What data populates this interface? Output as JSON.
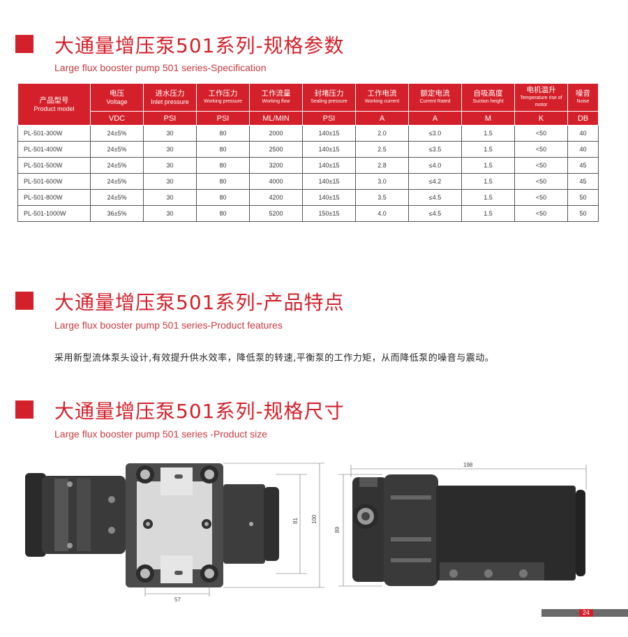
{
  "sections": {
    "spec": {
      "title": "大通量增压泵501系列-规格参数",
      "subtitle": "Large flux booster pump 501 series-Specification"
    },
    "features": {
      "title": "大通量增压泵501系列-产品特点",
      "subtitle": "Large flux booster pump 501 series-Product features",
      "text": "采用新型流体泵头设计,有效提升供水效率，降低泵的转速,平衡泵的工作力矩，从而降低泵的噪音与震动。"
    },
    "size": {
      "title": "大通量增压泵501系列-规格尺寸",
      "subtitle": "Large flux booster pump 501 series -Product size"
    }
  },
  "table": {
    "headers": [
      {
        "zh": "产品型号",
        "en": "Product model",
        "unit": ""
      },
      {
        "zh": "电压",
        "en": "Voltage",
        "unit": "VDC"
      },
      {
        "zh": "进水压力",
        "en": "Inlet pressure",
        "unit": "PSI"
      },
      {
        "zh": "工作压力",
        "en": "Working pressure",
        "unit": "PSI"
      },
      {
        "zh": "工作流量",
        "en": "Working flow",
        "unit": "ML/MIN"
      },
      {
        "zh": "封堵压力",
        "en": "Sealing pressure",
        "unit": "PSI"
      },
      {
        "zh": "工作电流",
        "en": "Working current",
        "unit": "A"
      },
      {
        "zh": "额定电流",
        "en": "Current Rated",
        "unit": "A"
      },
      {
        "zh": "自吸高度",
        "en": "Suction height",
        "unit": "M"
      },
      {
        "zh": "电机温升",
        "en": "Temperature rise of motor",
        "unit": "K"
      },
      {
        "zh": "噪音",
        "en": "Noise",
        "unit": "DB"
      }
    ],
    "rows": [
      [
        "PL-501-300W",
        "24±5%",
        "30",
        "80",
        "2000",
        "140±15",
        "2.0",
        "≤3.0",
        "1.5",
        "<50",
        "40"
      ],
      [
        "PL-501-400W",
        "24±5%",
        "30",
        "80",
        "2500",
        "140±15",
        "2.5",
        "≤3.5",
        "1.5",
        "<50",
        "40"
      ],
      [
        "PL-501-500W",
        "24±5%",
        "30",
        "80",
        "3200",
        "140±15",
        "2.8",
        "≤4.0",
        "1.5",
        "<50",
        "45"
      ],
      [
        "PL-501-600W",
        "24±5%",
        "30",
        "80",
        "4000",
        "140±15",
        "3.0",
        "≤4.2",
        "1.5",
        "<50",
        "45"
      ],
      [
        "PL-501-800W",
        "24±5%",
        "30",
        "80",
        "4200",
        "140±15",
        "3.5",
        "≤4.5",
        "1.5",
        "<50",
        "50"
      ],
      [
        "PL-501-1000W",
        "36±5%",
        "30",
        "80",
        "5200",
        "150±15",
        "4.0",
        "≤4.5",
        "1.5",
        "<50",
        "50"
      ]
    ]
  },
  "dimensions": {
    "width_57": "57",
    "height_81": "81",
    "height_100": "100",
    "length_198": "198",
    "height_89": "89"
  },
  "page_number": "24",
  "colors": {
    "accent": "#d4202a",
    "footer_gray": "#6a6a6a"
  }
}
